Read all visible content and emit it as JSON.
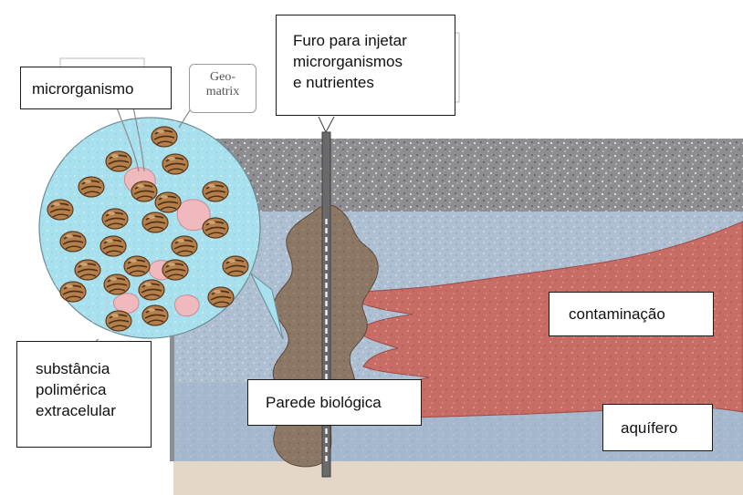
{
  "labels": {
    "microorganism": "microrganismo",
    "geomatrix_line1": "Geo-",
    "geomatrix_line2": "matrix",
    "injection_line1": "Furo para injetar",
    "injection_line2": "microrganismos",
    "injection_line3": "e nutrientes",
    "contamination": "contaminação",
    "eps_line1": "substância",
    "eps_line2": "polimérica",
    "eps_line3": "extracelular",
    "biowall": "Parede biológica",
    "aquifer": "aquífero"
  },
  "colors": {
    "vadose_zone": "#8e8e92",
    "aquifer": "#aebfd2",
    "bedrock": "#e5d7c8",
    "biowall": "#8c7664",
    "contamination_plume": "#c86c66",
    "magnifier_fluid": "#a9e0ee",
    "soil_grain": "#b47f4a",
    "microorganism_cell": "#f0b9bd",
    "well_pipe": "#6a6a6a"
  },
  "icons": {
    "soil_particle": "soil-grain-icon",
    "microbe": "microbe-cell-icon"
  }
}
